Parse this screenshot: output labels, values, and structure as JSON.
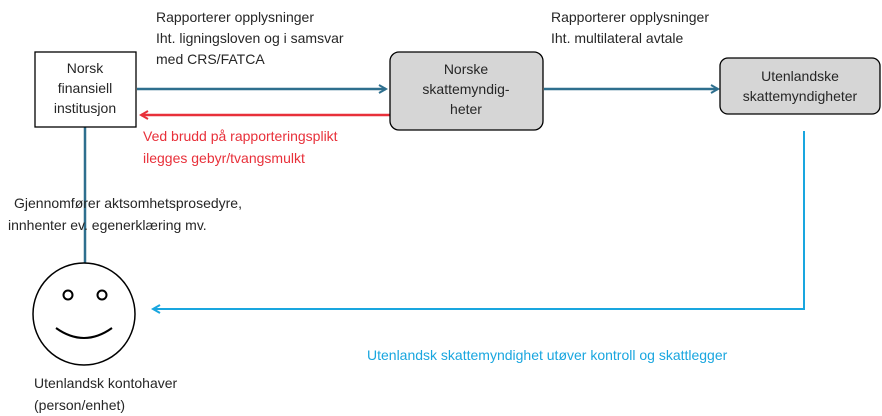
{
  "nodes": {
    "norsk_institusjon": [
      "Norsk",
      "finansiell",
      "institusjon"
    ],
    "norske_myndigheter": [
      "Norske",
      "skattemyndig-",
      "heter"
    ],
    "utenlandske_myndigheter": [
      "Utenlandske",
      "skattemyndigheter"
    ],
    "kontohaver": [
      "Utenlandsk kontohaver",
      "(person/enhet)"
    ]
  },
  "edges": {
    "rapport_norsk": [
      "Rapporterer opplysninger",
      "Iht. ligningsloven og i samsvar",
      "med CRS/FATCA"
    ],
    "rapport_utenlandsk": [
      "Rapporterer opplysninger",
      "Iht.  multilateral avtale"
    ],
    "brudd": [
      "Ved brudd på rapporteringsplikt",
      "ilegges gebyr/tvangsmulkt"
    ],
    "aktsomhet": [
      "Gjennomfører aktsomhetsprosedyre,",
      "innhenter ev. egenerklæring mv."
    ],
    "kontroll": "Utenlandsk skattemyndighet utøver kontroll og skattlegger"
  },
  "colors": {
    "arrow_blue": "#2e6f8e",
    "red": "#e8303a",
    "cyan": "#19a6df",
    "box_gray": "#d6d6d6"
  }
}
